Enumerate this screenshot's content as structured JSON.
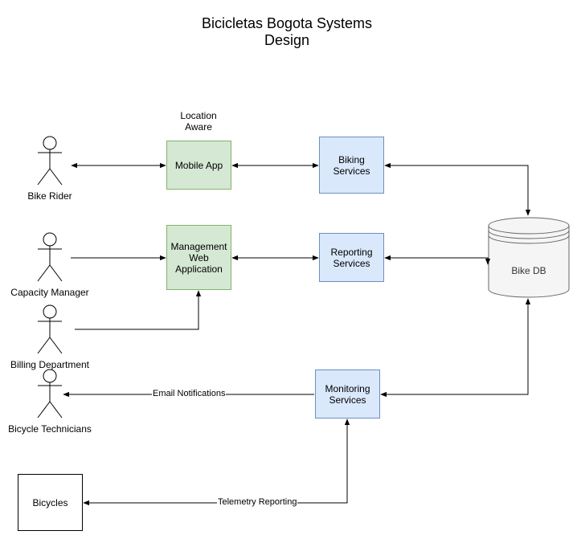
{
  "title": {
    "line1": "Bicicletas Bogota Systems",
    "line2": "Design"
  },
  "actors": {
    "bike_rider": "Bike Rider",
    "capacity_manager": "Capacity Manager",
    "billing_department": "Billing Department",
    "bicycle_technicians": "Bicycle Technicians"
  },
  "annotations": {
    "location_aware_1": "Location",
    "location_aware_2": "Aware"
  },
  "nodes": {
    "mobile_app": "Mobile App",
    "management_web_1": "Management",
    "management_web_2": "Web",
    "management_web_3": "Application",
    "biking_services_1": "Biking",
    "biking_services_2": "Services",
    "reporting_services_1": "Reporting",
    "reporting_services_2": "Services",
    "monitoring_services_1": "Monitoring",
    "monitoring_services_2": "Services",
    "bike_db": "Bike DB",
    "bicycles": "Bicycles"
  },
  "edges": {
    "email_notifications": "Email Notifications",
    "telemetry_reporting": "Telemetry Reporting"
  },
  "colors": {
    "green_fill": "#d5e8d4",
    "green_stroke": "#82b366",
    "blue_fill": "#dae8fc",
    "blue_stroke": "#6c8ebf",
    "db_fill": "#f5f5f5",
    "db_stroke": "#666666"
  }
}
